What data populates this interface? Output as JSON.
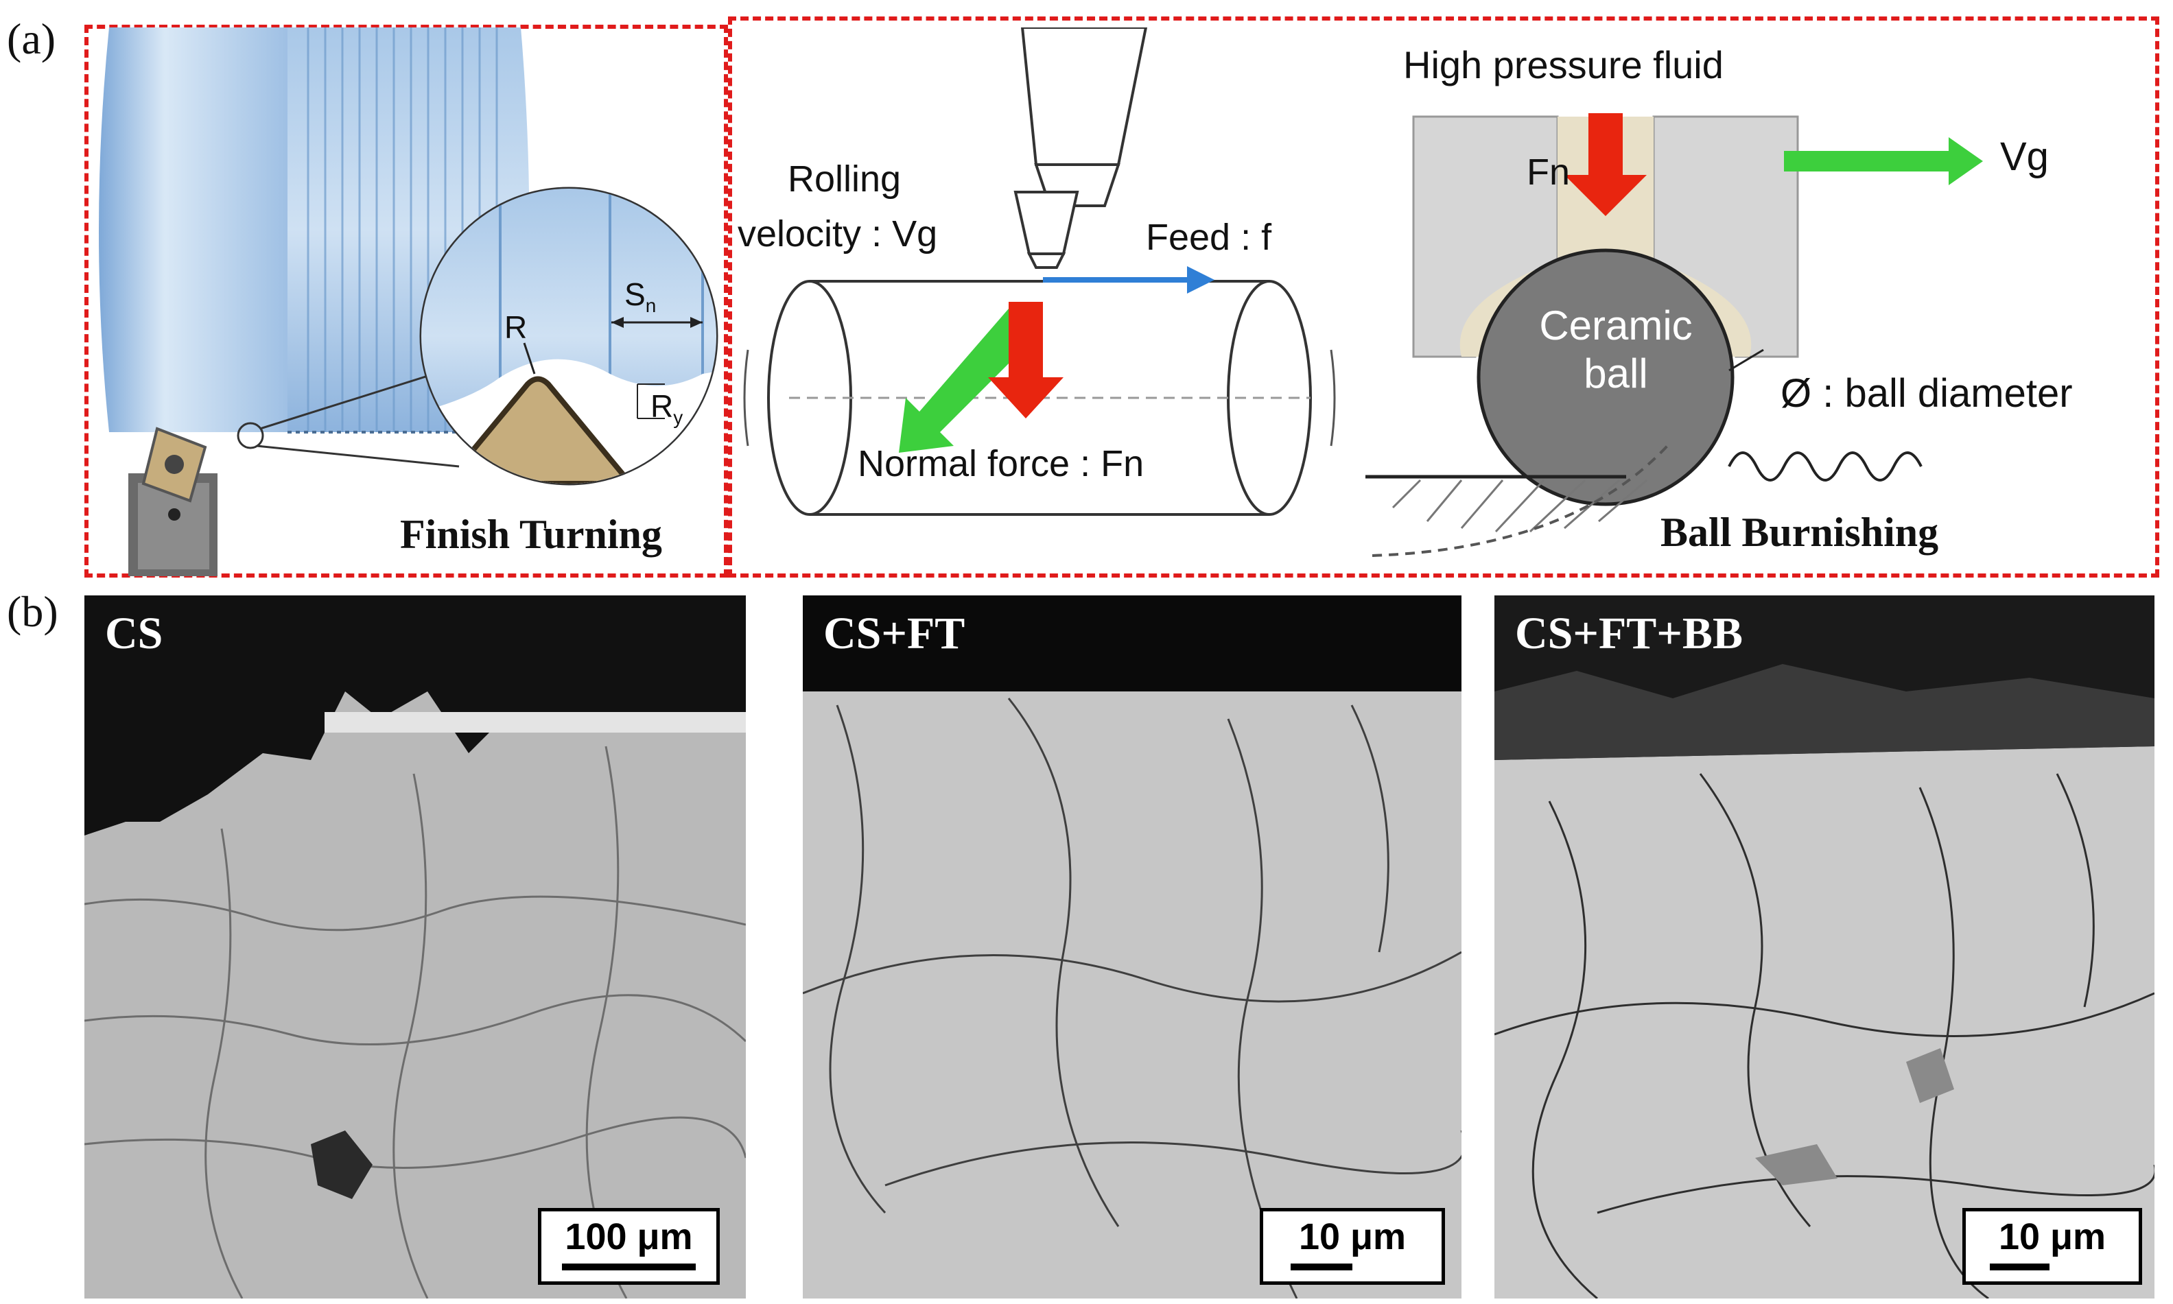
{
  "panel_a_label": "(a)",
  "panel_b_label": "(b)",
  "finish_turning": {
    "title": "Finish Turning",
    "radius_label": "R",
    "spacing_label": "S",
    "spacing_sub": "n",
    "roughness_label": "R",
    "roughness_sub": "y"
  },
  "rolling": {
    "velocity_label_line1": "Rolling",
    "velocity_label_line2": "velocity : Vg",
    "feed_label": "Feed : f",
    "normal_force_label": "Normal force : Fn"
  },
  "ball_burnishing": {
    "title": "Ball Burnishing",
    "fluid_label": "High pressure fluid",
    "fn_label": "Fn",
    "vg_label": "Vg",
    "ball_label_line1": "Ceramic",
    "ball_label_line2": "ball",
    "diameter_label": "Ø : ball diameter"
  },
  "micrographs": [
    {
      "label": "CS",
      "scale": "100 μm"
    },
    {
      "label": "CS+FT",
      "scale": "10 μm"
    },
    {
      "label": "CS+FT+BB",
      "scale": "10 μm"
    }
  ],
  "colors": {
    "dash_border": "#e01b1b",
    "green_arrow": "#3dcf3d",
    "red_arrow": "#e8250f",
    "blue_arrow": "#2f7fd6",
    "workpiece_blue": "#9ec2e6",
    "insert_tan": "#c6ad7d"
  }
}
